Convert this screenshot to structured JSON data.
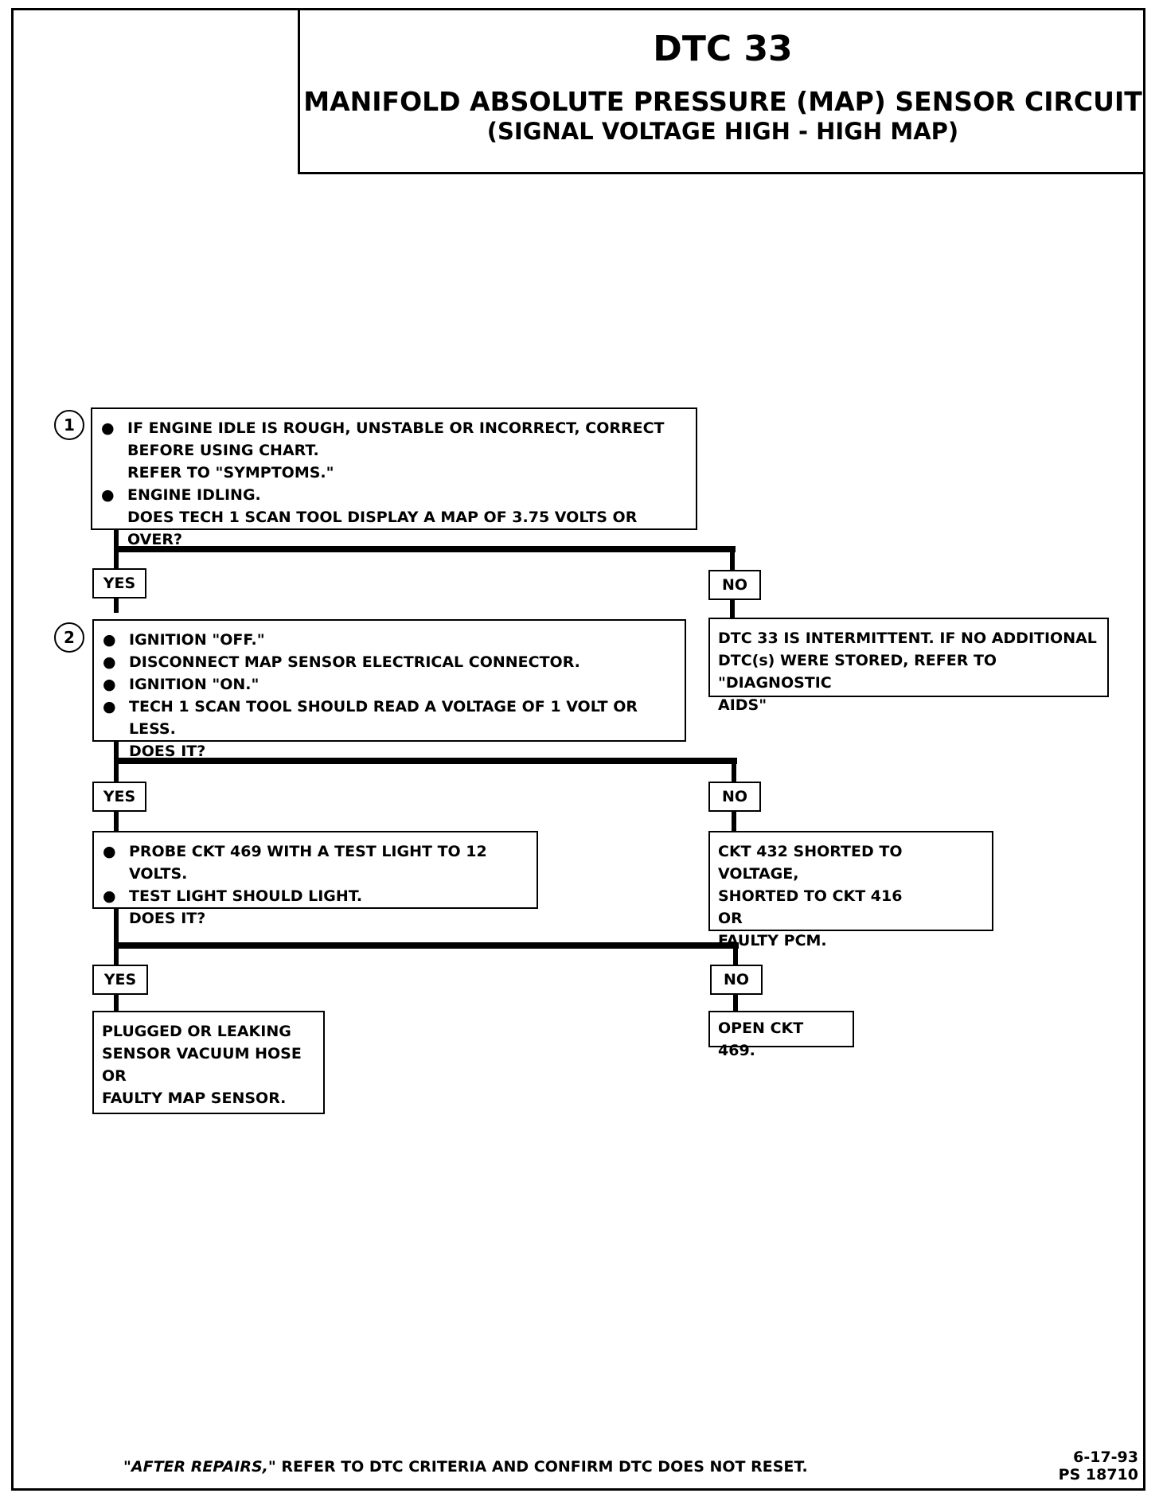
{
  "header": {
    "code": "DTC 33",
    "title": "MANIFOLD ABSOLUTE PRESSURE (MAP) SENSOR CIRCUIT",
    "subtitle": "(SIGNAL VOLTAGE HIGH - HIGH MAP)"
  },
  "step1": {
    "number": "1",
    "lines": [
      "IF ENGINE IDLE IS ROUGH, UNSTABLE OR INCORRECT, CORRECT",
      "BEFORE USING CHART.",
      "REFER TO \"SYMPTOMS.\"",
      "ENGINE IDLING.",
      "DOES TECH 1 SCAN TOOL DISPLAY A MAP OF 3.75  VOLTS OR OVER?"
    ]
  },
  "step2": {
    "number": "2",
    "lines": [
      "IGNITION \"OFF.\"",
      "DISCONNECT MAP SENSOR ELECTRICAL CONNECTOR.",
      "IGNITION \"ON.\"",
      "TECH 1 SCAN TOOL SHOULD READ  A VOLTAGE OF 1 VOLT OR LESS.",
      "DOES IT?"
    ]
  },
  "step3": {
    "lines": [
      "PROBE CKT 469 WITH A TEST LIGHT TO 12 VOLTS.",
      "TEST LIGHT SHOULD LIGHT.",
      "DOES IT?"
    ]
  },
  "labels": {
    "yes": "YES",
    "no": "NO"
  },
  "results": {
    "no1": [
      "DTC 33 IS INTERMITTENT.  IF NO ADDITIONAL",
      "DTC(s) WERE STORED, REFER TO \"DIAGNOSTIC",
      "AIDS\""
    ],
    "no2": [
      "CKT 432 SHORTED TO VOLTAGE,",
      "SHORTED TO CKT 416",
      "OR",
      "FAULTY PCM."
    ],
    "yes3": [
      "PLUGGED OR LEAKING",
      "SENSOR VACUUM HOSE",
      "OR",
      "FAULTY MAP SENSOR."
    ],
    "no3": [
      "OPEN CKT 469."
    ]
  },
  "footer": {
    "after_repairs": "\"AFTER REPAIRS,\"",
    "note": " REFER TO DTC CRITERIA AND CONFIRM DTC DOES NOT RESET.",
    "date": "6-17-93",
    "code": "PS 18710"
  }
}
